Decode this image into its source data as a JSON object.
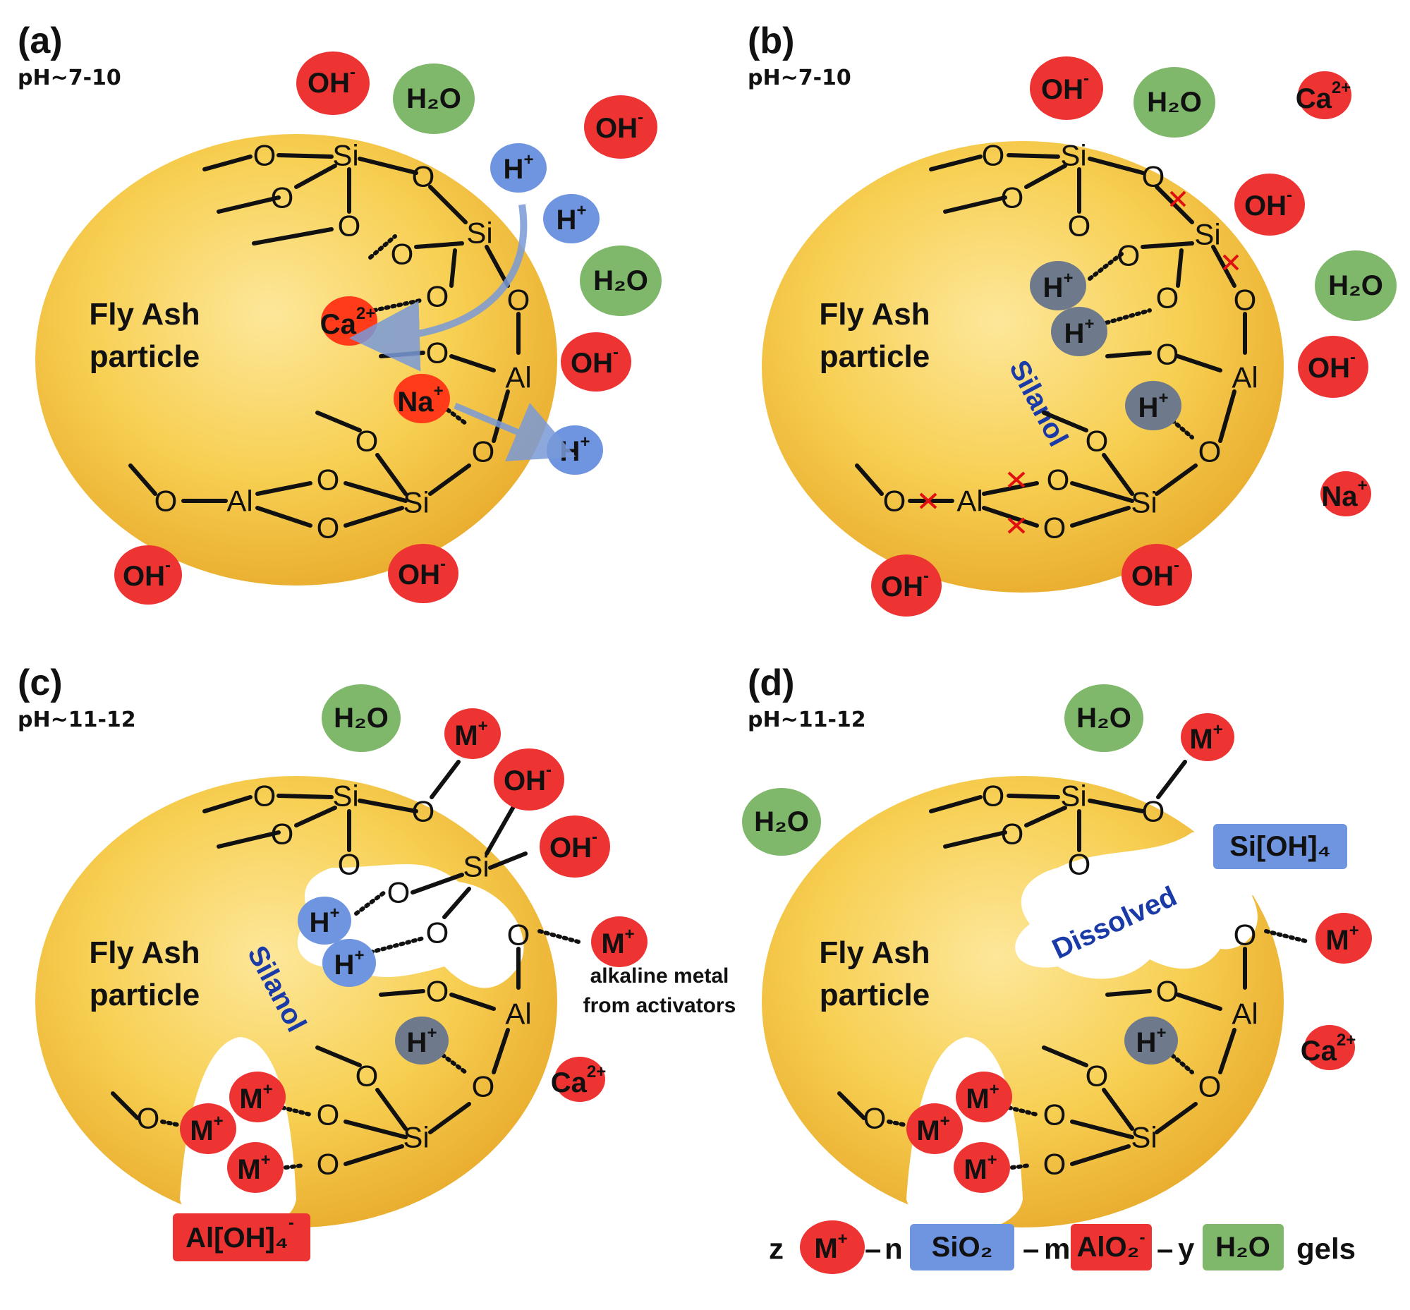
{
  "panels": [
    {
      "label": "(a)",
      "ph": "pH~7-10"
    },
    {
      "label": "(b)",
      "ph": "pH~7-10"
    },
    {
      "label": "(c)",
      "ph": "pH~11-12"
    },
    {
      "label": "(d)",
      "ph": "pH~11-12"
    }
  ],
  "particle": {
    "line1": "Fly Ash",
    "line2": "particle"
  },
  "atoms": {
    "O": "O",
    "Si": "Si",
    "Al": "Al"
  },
  "ions": {
    "OH": {
      "base": "OH",
      "charge": "-"
    },
    "H2O": {
      "base": "H₂O",
      "charge": ""
    },
    "H": {
      "base": "H",
      "charge": "+"
    },
    "Ca": {
      "base": "Ca",
      "charge": "2+"
    },
    "Na": {
      "base": "Na",
      "charge": "+"
    },
    "M": {
      "base": "M",
      "charge": "+"
    }
  },
  "silanol_label": "Silanol",
  "dissolved_label": "Dissolved",
  "activator_note": {
    "line1": "alkaline metal",
    "line2": "from activators"
  },
  "species": {
    "si_oh4": "Si[OH]₄",
    "al_oh4": "Al[OH]₄",
    "al_oh4_charge": "-"
  },
  "equation": {
    "z": "z",
    "n": "n",
    "m": "m",
    "y": "y",
    "sio2": "SiO₂",
    "alo2": "AlO₂",
    "alo2_charge": "-",
    "h2o": "H₂O",
    "gels": "gels",
    "dash": "–"
  },
  "colors": {
    "particle": "#f7c744",
    "particle_light": "#fde79a",
    "oh_red": "#ee3333",
    "ca_red": "#ff3b1a",
    "h2o_green": "#7fb86a",
    "h_blue": "#6f95e0",
    "h_gray": "#6e7a8c",
    "species_blue": "#6f95e0",
    "species_red": "#ee3333"
  }
}
